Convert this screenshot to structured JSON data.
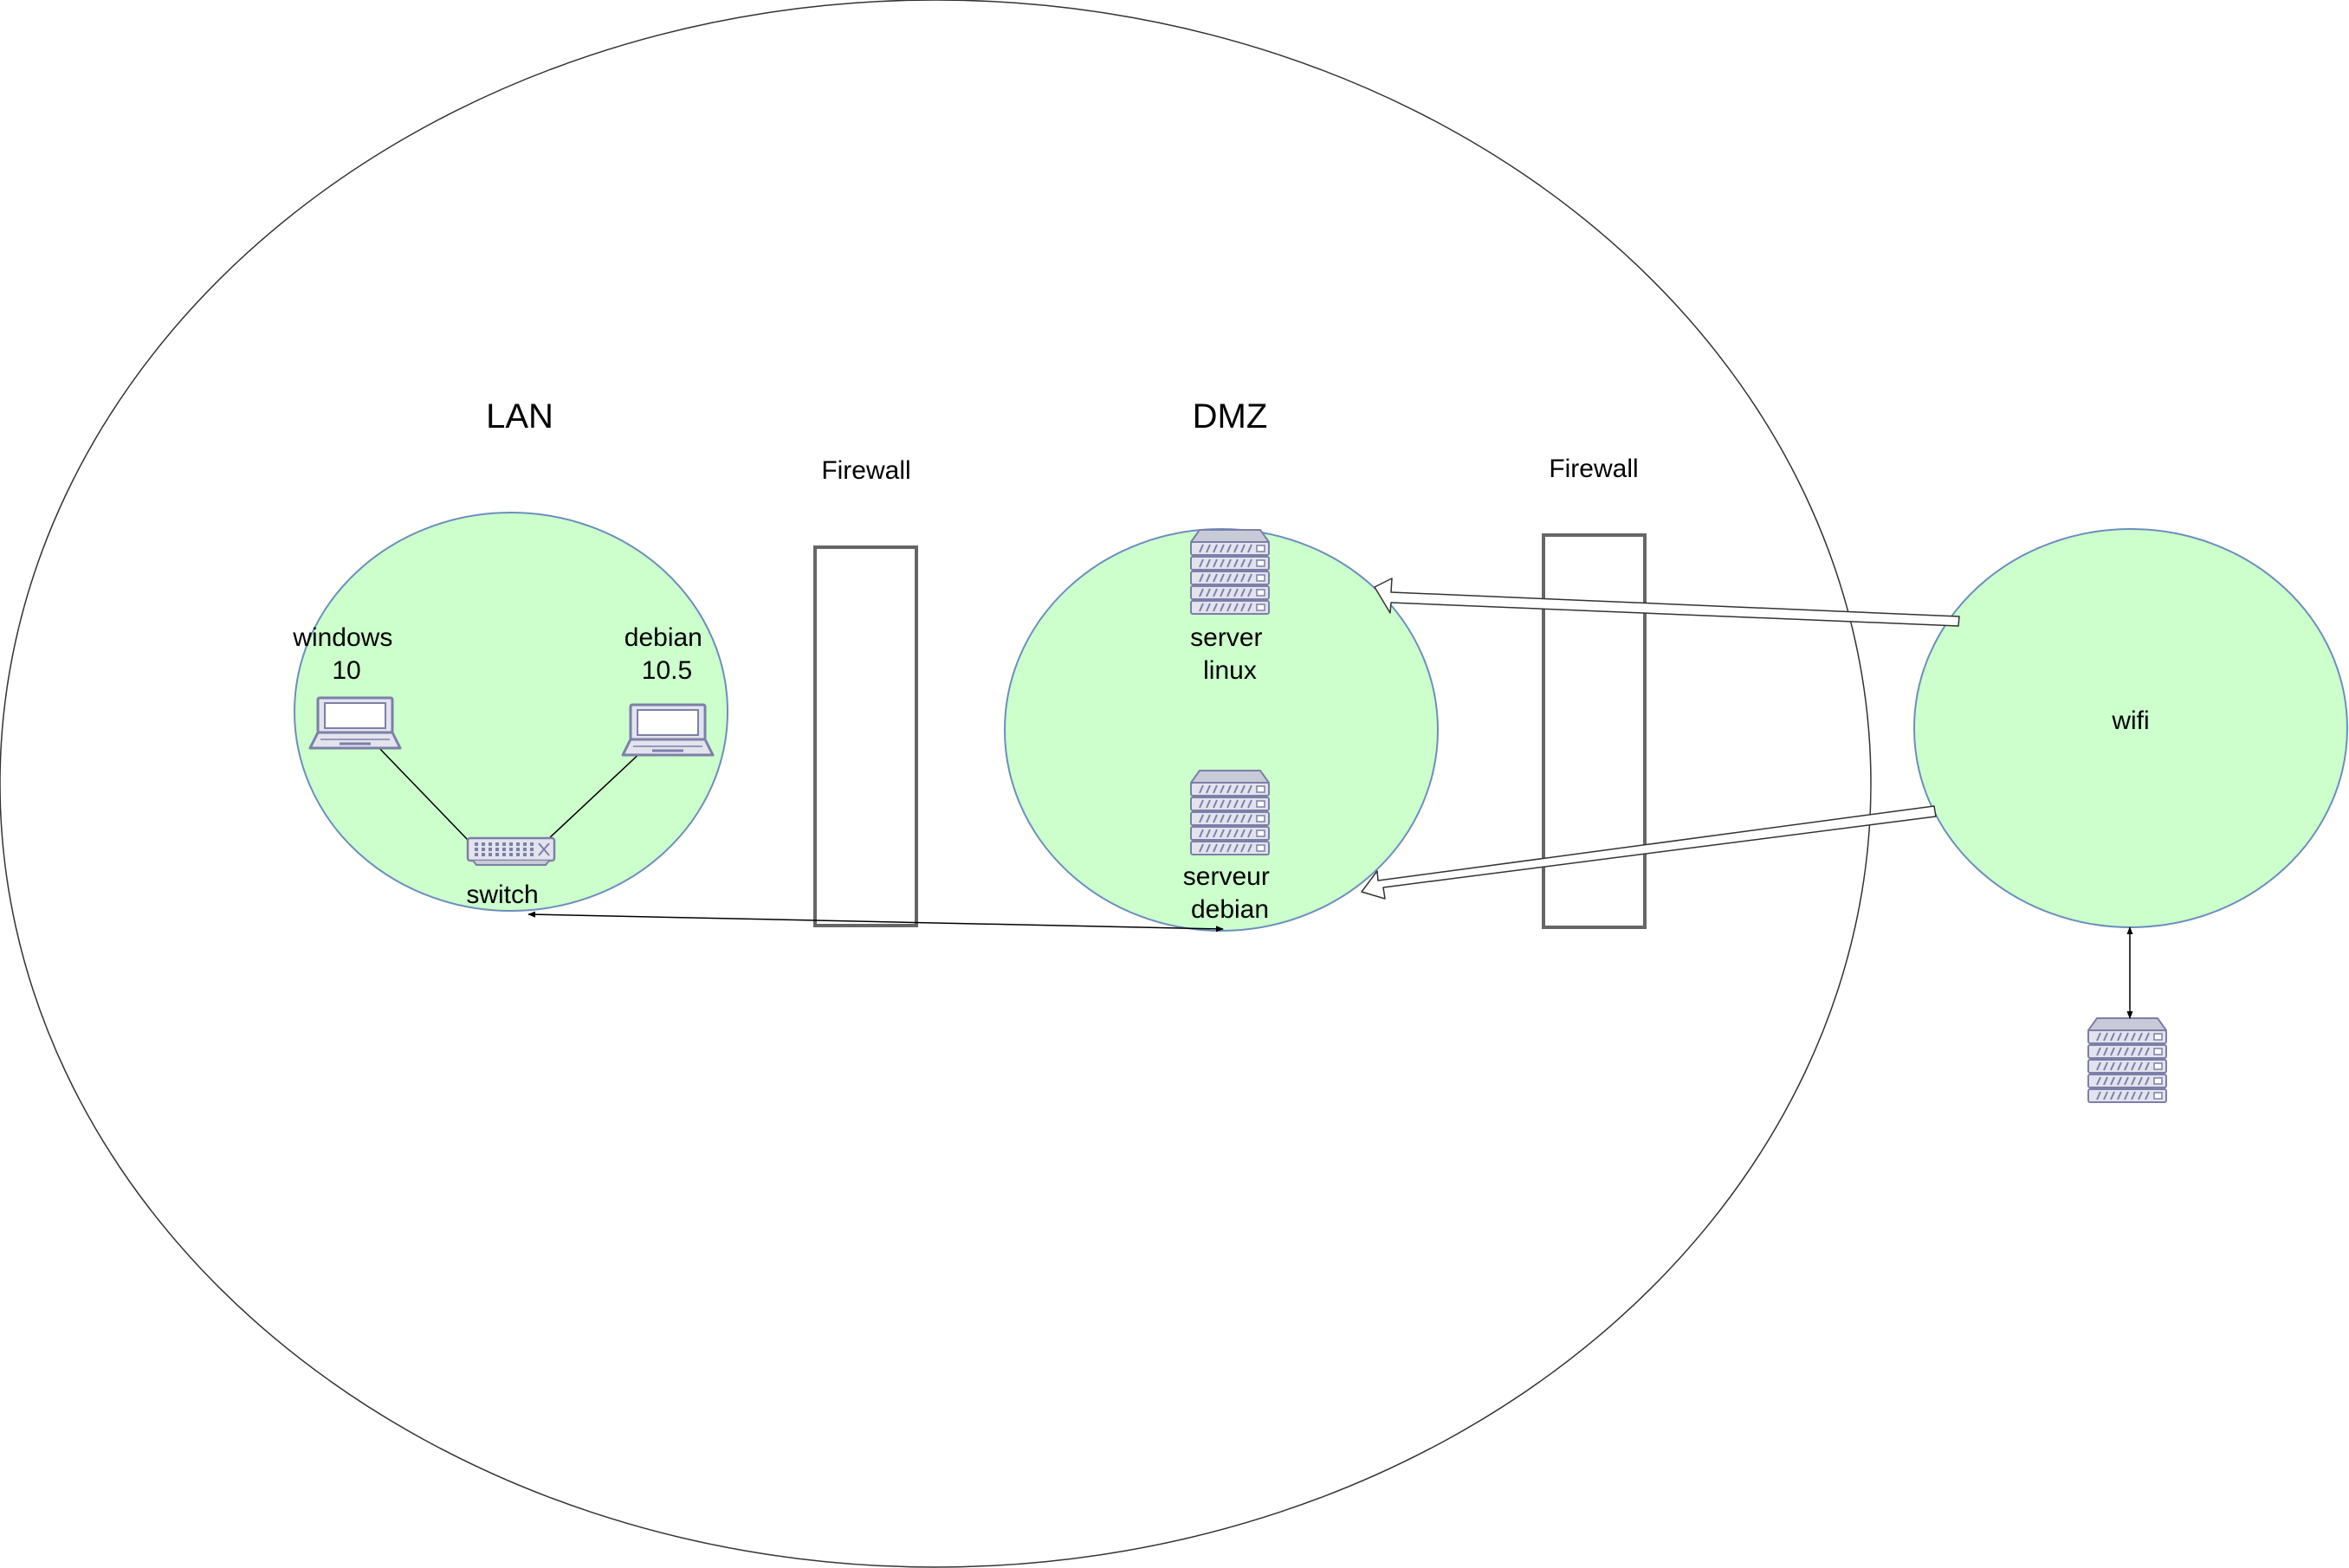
{
  "labels": {
    "lan_zone": "LAN",
    "dmz_zone": "DMZ",
    "firewall_left": "Firewall",
    "firewall_right": "Firewall",
    "windows_line1": "windows",
    "windows_line2": "10",
    "debian_line1": "debian",
    "debian_line2": "10.5",
    "switch": "switch",
    "server_linux_line1": "server",
    "server_linux_line2": "linux",
    "serveur_debian_line1": "serveur",
    "serveur_debian_line2": "debian",
    "wifi": "wifi"
  },
  "icons": {
    "laptop": "laptop-icon",
    "switch": "network-switch-icon",
    "server": "server-rack-icon"
  },
  "colors": {
    "zone_fill": "#ccffcc",
    "zone_stroke": "#6c8ebf",
    "outline": "#333333",
    "device_fill": "#e3e3ee",
    "device_stroke": "#7c7fa8",
    "firewall_stroke": "#666666"
  }
}
